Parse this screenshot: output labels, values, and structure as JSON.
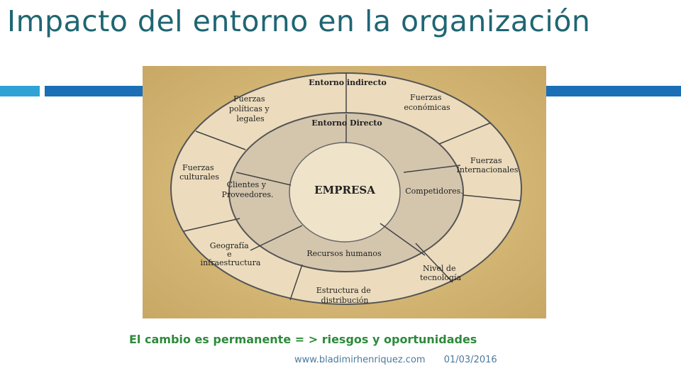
{
  "title": "Impacto del entorno en la organización",
  "diagram": {
    "center": "EMPRESA",
    "direct_title": "Entorno Directo",
    "indirect_title": "Entorno indirecto",
    "direct_items": [
      [
        "Clientes y",
        "Proveedores."
      ],
      [
        "Competidores."
      ],
      [
        "Recursos humanos"
      ]
    ],
    "indirect_items": [
      [
        "Fuerzas",
        "políticas y",
        "legales"
      ],
      [
        "Fuerzas",
        "económicas"
      ],
      [
        "Fuerzas",
        "Internacionales"
      ],
      [
        "Fuerzas",
        "culturales"
      ],
      [
        "Geografía",
        "e",
        "infraestructura"
      ],
      [
        "Nivel de",
        "tecnología"
      ],
      [
        "Estructura de",
        "distribución"
      ]
    ],
    "colors": {
      "background": "#d6bb7a",
      "outer_ring": "#ecdcbd",
      "middle_ring": "#d4c6ad",
      "inner_circle": "#efe3c9",
      "stroke": "#555555"
    }
  },
  "caption": "El cambio es permanente = > riesgos y oportunidades",
  "footer": {
    "website": "www.bladimirhenriquez.com",
    "date": "01/03/2016"
  },
  "colors": {
    "title": "#1f6673",
    "caption": "#2d8a3a",
    "bar_light": "#2fa3d6",
    "bar_dark": "#1a6fb6"
  }
}
